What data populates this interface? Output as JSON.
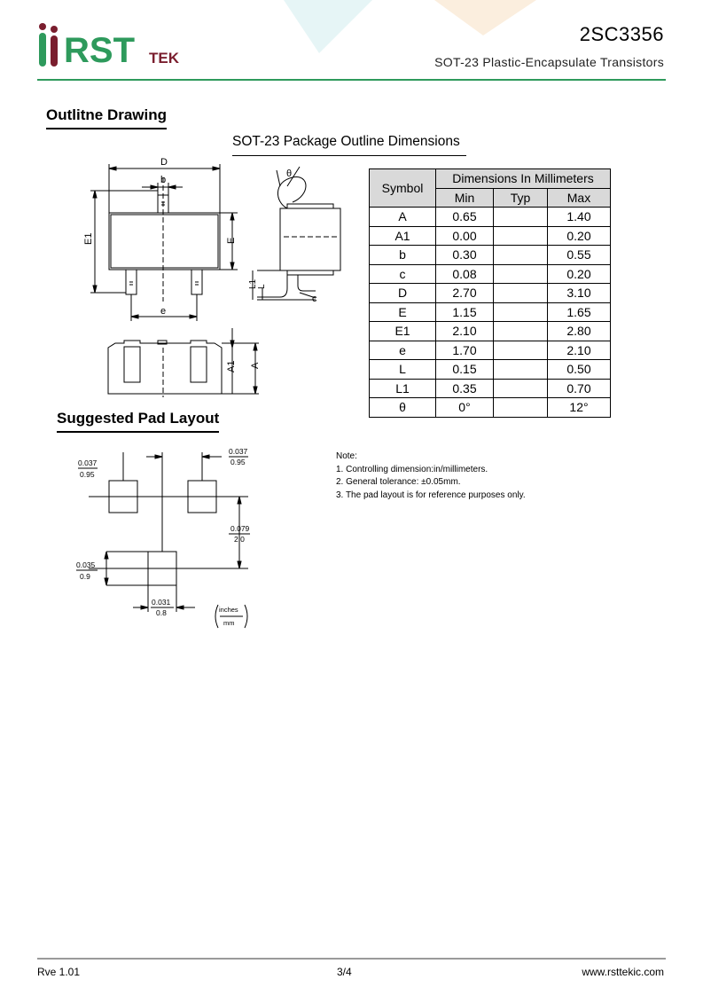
{
  "header": {
    "logo_main": "RST",
    "logo_sub": "TEK",
    "part_number": "2SC3356",
    "subtitle": "SOT-23 Plastic-Encapsulate Transistors"
  },
  "sections": {
    "outline_title": "Outlitne Drawing",
    "package_title": "SOT-23 Package Outline Dimensions",
    "pad_title": "Suggested Pad Layout"
  },
  "drawing_labels": {
    "D": "D",
    "b": "b",
    "E1": "E1",
    "E": "E",
    "e": "e",
    "theta": "θ",
    "L1": "L1",
    "L": "L",
    "c": "c",
    "A1": "A1",
    "A": "A"
  },
  "dimension_table": {
    "symbol_header": "Symbol",
    "group_header": "Dimensions In Millimeters",
    "min_header": "Min",
    "typ_header": "Typ",
    "max_header": "Max",
    "rows": [
      {
        "symbol": "A",
        "min": "0.65",
        "typ": "",
        "max": "1.40"
      },
      {
        "symbol": "A1",
        "min": "0.00",
        "typ": "",
        "max": "0.20"
      },
      {
        "symbol": "b",
        "min": "0.30",
        "typ": "",
        "max": "0.55"
      },
      {
        "symbol": "c",
        "min": "0.08",
        "typ": "",
        "max": "0.20"
      },
      {
        "symbol": "D",
        "min": "2.70",
        "typ": "",
        "max": "3.10"
      },
      {
        "symbol": "E",
        "min": "1.15",
        "typ": "",
        "max": "1.65"
      },
      {
        "symbol": "E1",
        "min": "2.10",
        "typ": "",
        "max": "2.80"
      },
      {
        "symbol": "e",
        "min": "1.70",
        "typ": "",
        "max": "2.10"
      },
      {
        "symbol": "L",
        "min": "0.15",
        "typ": "",
        "max": "0.50"
      },
      {
        "symbol": "L1",
        "min": "0.35",
        "typ": "",
        "max": "0.70"
      },
      {
        "symbol": "θ",
        "min": "0°",
        "typ": "",
        "max": "12°"
      }
    ]
  },
  "pad_labels": {
    "pad_width_in": "0.037",
    "pad_width_mm": "0.95",
    "pitch_in": "0.037",
    "pitch_mm": "0.95",
    "row_gap_in": "0.079",
    "row_gap_mm": "2.0",
    "pad_height_in": "0.035",
    "pad_height_mm": "0.9",
    "pad_w_in": "0.031",
    "pad_w_mm": "0.8",
    "unit_top": "inches",
    "unit_bottom": "mm"
  },
  "notes": {
    "title": "Note:",
    "items": [
      "1. Controlling dimension:in/millimeters.",
      "2. General tolerance: ±0.05mm.",
      "3. The pad layout is for reference purposes only."
    ]
  },
  "footer": {
    "revision": "Rve 1.01",
    "page": "3/4",
    "website": "www.rsttekic.com"
  },
  "colors": {
    "brand_green": "#2e9a5c",
    "brand_brown": "#7a1e2e",
    "table_header_gray": "#d9d9d9"
  }
}
